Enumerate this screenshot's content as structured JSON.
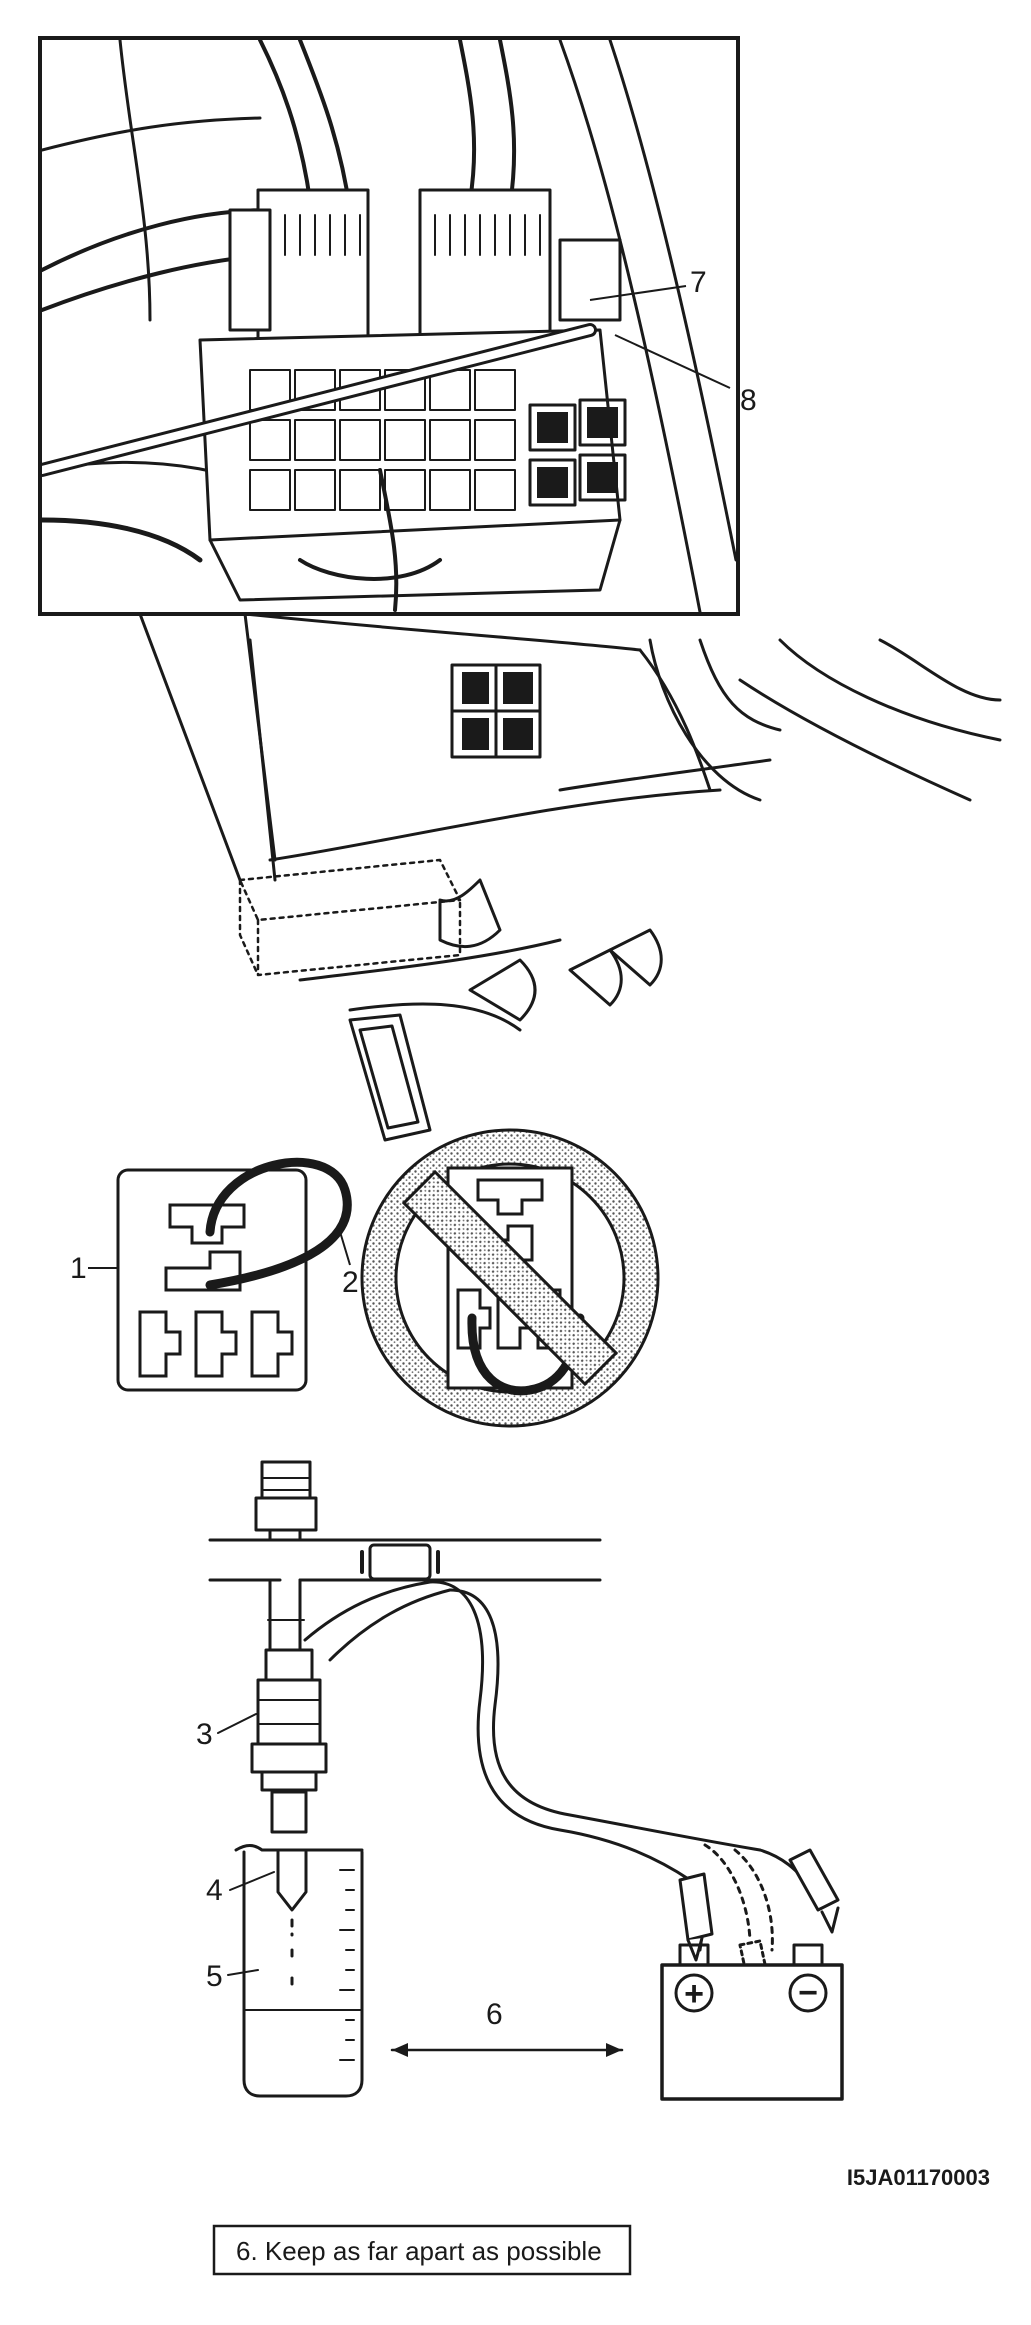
{
  "callouts": {
    "c1": "1",
    "c2": "2",
    "c3": "3",
    "c4": "4",
    "c5": "5",
    "c6": "6",
    "c7": "7",
    "c8": "8"
  },
  "battery": {
    "positive_symbol": "+",
    "negative_symbol": "−"
  },
  "figure_code": "I5JA01170003",
  "legend": {
    "item": "6.   Keep as far apart as possible"
  },
  "colors": {
    "ink": "#1a1a1a",
    "paper": "#ffffff",
    "stipple": "#bdbdbd"
  }
}
